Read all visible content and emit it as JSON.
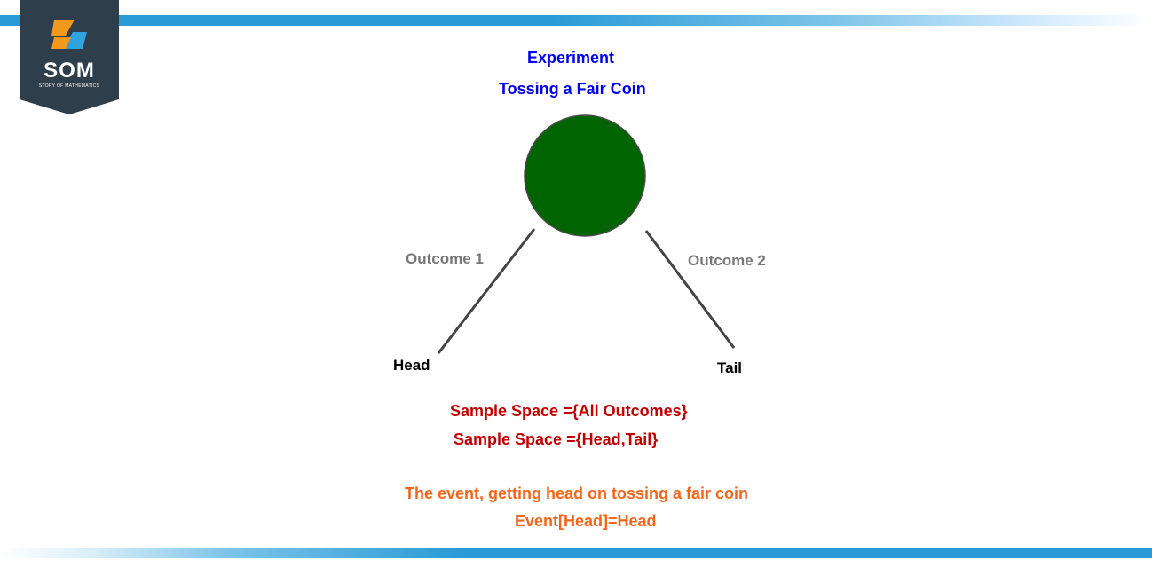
{
  "logo": {
    "text": "SOM",
    "subtext": "STORY OF MATHEMATICS"
  },
  "experiment": {
    "heading": "Experiment",
    "name": "Tossing a Fair Coin"
  },
  "outcomes": [
    {
      "label": "Outcome 1",
      "result": "Head"
    },
    {
      "label": "Outcome 2",
      "result": "Tail"
    }
  ],
  "sample_space": {
    "definition": "Sample Space ={All Outcomes}",
    "set": "Sample Space ={Head,Tail}"
  },
  "event": {
    "description": "The event, getting head on tossing a fair coin",
    "formula": "Event[Head]=Head"
  },
  "colors": {
    "band": "#2a9bd6",
    "logo_bg": "#2f3e4b",
    "logo_orange": "#f39a1e",
    "logo_blue": "#2ea3dd",
    "coin": "#006400",
    "heading": "#0000ee",
    "outcome_label": "#777777",
    "result": "#000000",
    "sample_space": "#c00000",
    "event": "#f2661a"
  }
}
